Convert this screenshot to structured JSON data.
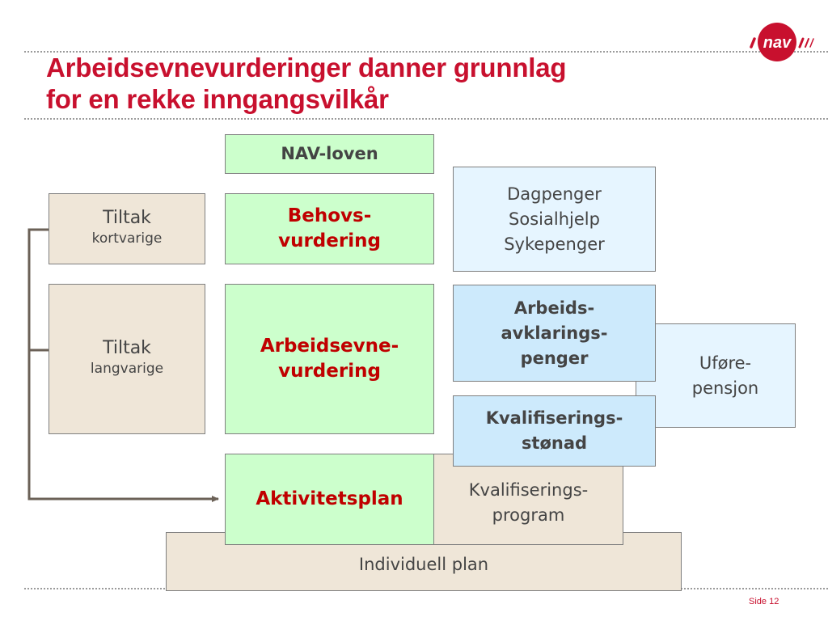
{
  "title": {
    "line1": "Arbeidsevnevurderinger danner grunnlag",
    "line2": "for en rekke inngangsvilkår"
  },
  "logo": {
    "text": "nav",
    "icon": "nav-logo-icon",
    "color": "#c8102e"
  },
  "footer": {
    "page": "Side 12"
  },
  "boxes": {
    "nav_loven": "NAV-loven",
    "behovs_1": "Behovs-",
    "behovs_2": "vurdering",
    "arbeidsevne_1": "Arbeidsevne-",
    "arbeidsevne_2": "vurdering",
    "aktivitetsplan": "Aktivitetsplan",
    "tiltak_kort_title": "Tiltak",
    "tiltak_kort_sub": "kortvarige",
    "tiltak_lang_title": "Tiltak",
    "tiltak_lang_sub": "langvarige",
    "ytelser_1": "Dagpenger",
    "ytelser_2": "Sosialhjelp",
    "ytelser_3": "Sykepenger",
    "aap_1": "Arbeids-",
    "aap_2": "avklarings-",
    "aap_3": "penger",
    "ufore_1": "Uføre-",
    "ufore_2": "pensjon",
    "kval_stonad_1": "Kvalifiserings-",
    "kval_stonad_2": "stønad",
    "kval_program_1": "Kvalifiserings-",
    "kval_program_2": "program",
    "individuell_plan": "Individuell plan"
  },
  "colors": {
    "accent_red": "#c8102e",
    "green_fill": "#ccffcc",
    "beige_fill": "#efe6d8",
    "light_blue_fill": "#e6f5ff",
    "mid_blue_fill": "#cdeafc",
    "connector": "#6b6157"
  }
}
